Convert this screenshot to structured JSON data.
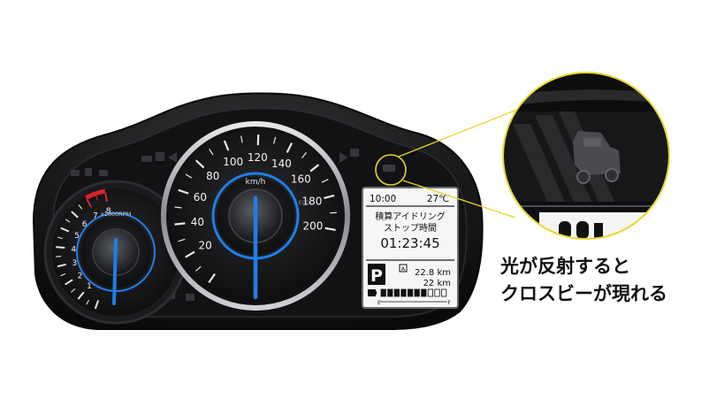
{
  "speedometer": {
    "ticks": [
      "20",
      "40",
      "60",
      "80",
      "100",
      "120",
      "140",
      "160",
      "180",
      "200"
    ],
    "unit": "km/h",
    "eco_label": "ECO"
  },
  "tachometer": {
    "ticks": [
      "1",
      "2",
      "3",
      "4",
      "5",
      "6",
      "7",
      "8"
    ],
    "unit": "x1000RPM"
  },
  "display": {
    "clock": "10:00",
    "temperature": "27℃",
    "title_line1": "積算アイドリング",
    "title_line2": "ストップ時間",
    "idle_time": "01:23:45",
    "gear": "P",
    "trip_a": "22.8 km",
    "trip_b": "22 km",
    "trip_a_marker": "A",
    "fuel_empty": "E",
    "fuel_full": "F",
    "fuel_level": 0.7
  },
  "caption": {
    "line1": "光が反射すると",
    "line2": "クロスビーが現れる"
  },
  "colors": {
    "bezel": "#1b1b1d",
    "needle": "#1e7fe8",
    "highlight": "#e8d62c",
    "redzone": "#d8262a"
  }
}
